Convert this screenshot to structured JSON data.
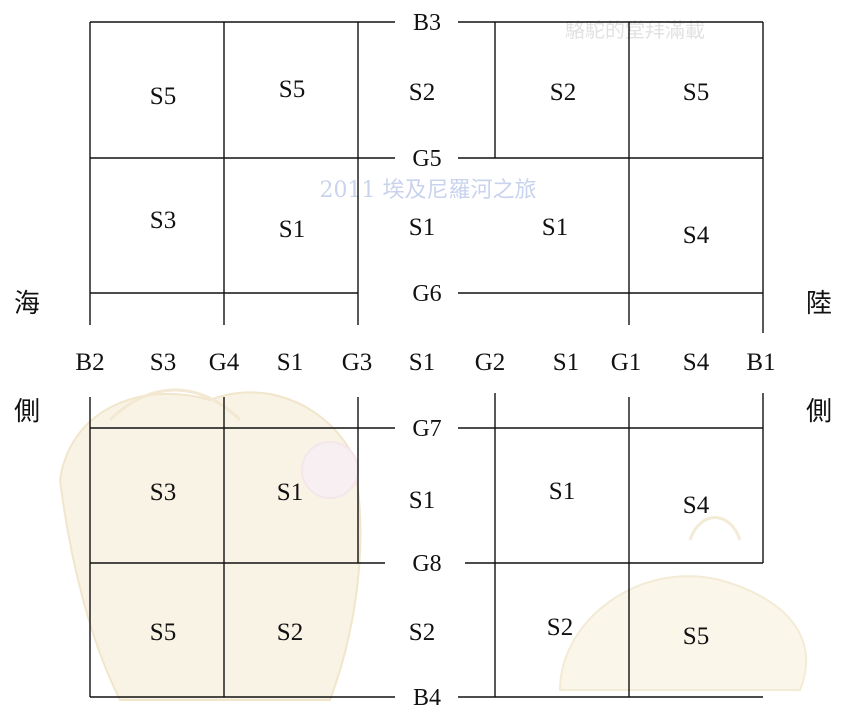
{
  "watermark": {
    "caption": "2011 埃及尼羅河之旅",
    "seal": "駱駝的堂拜滿載"
  },
  "side_labels": {
    "left_top": "海",
    "left_bottom": "側",
    "right_top": "陸",
    "right_bottom": "側"
  },
  "gate_labels": {
    "B3": "B3",
    "G5": "G5",
    "G6": "G6",
    "G7": "G7",
    "G8": "G8",
    "B4": "B4"
  },
  "axis_row": [
    "B2",
    "S3",
    "G4",
    "S1",
    "G3",
    "S1",
    "G2",
    "S1",
    "G1",
    "S4",
    "B1"
  ],
  "center_column": {
    "upper": [
      "S2",
      "S1"
    ],
    "lower": [
      "S1",
      "S2"
    ]
  },
  "quadrants": {
    "top_left": [
      "S5",
      "S5",
      "S3",
      "S1"
    ],
    "top_right": [
      "S2",
      "S5",
      "S1",
      "S4"
    ],
    "bottom_left": [
      "S3",
      "S1",
      "S5",
      "S2"
    ],
    "bottom_right": [
      "S1",
      "S4",
      "S2",
      "S5"
    ]
  },
  "colors": {
    "lines": "#111111",
    "watermark_text": "#c9d3ee",
    "camel_tint": "#f3e6c2",
    "seal_text": "#e2e2e2"
  }
}
